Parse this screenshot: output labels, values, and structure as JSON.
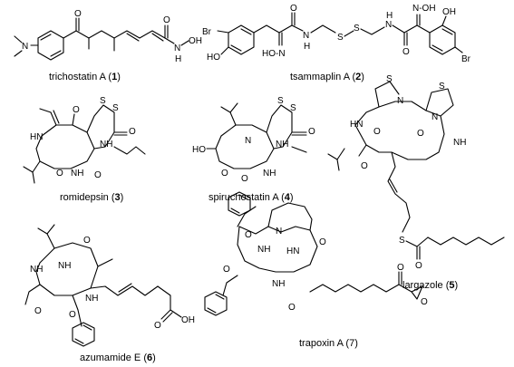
{
  "compounds": [
    {
      "name": "trichostatin A",
      "open": " (",
      "num": "1",
      "close": ")"
    },
    {
      "name": "tsammaplin A",
      "open": " (",
      "num": "2",
      "close": ")"
    },
    {
      "name": "romidepsin",
      "open": " (",
      "num": "3",
      "close": ")"
    },
    {
      "name": "spiruchostatin A",
      "open": " (",
      "num": "4",
      "close": ")"
    },
    {
      "name": "largazole",
      "open": " (",
      "num": "5",
      "close": ")"
    },
    {
      "name": "azumamide E",
      "open": " (",
      "num": "6",
      "close": ")"
    },
    {
      "name": "trapoxin A",
      "open": " (",
      "num": "7",
      "close": ")"
    }
  ],
  "atoms": {
    "n": "N",
    "o": "O",
    "s": "S",
    "h": "H",
    "nh": "NH",
    "hn": "HN",
    "oh": "OH",
    "ho": "HO",
    "br": "Br",
    "noh": "N-OH",
    "hon": "HO-N"
  }
}
